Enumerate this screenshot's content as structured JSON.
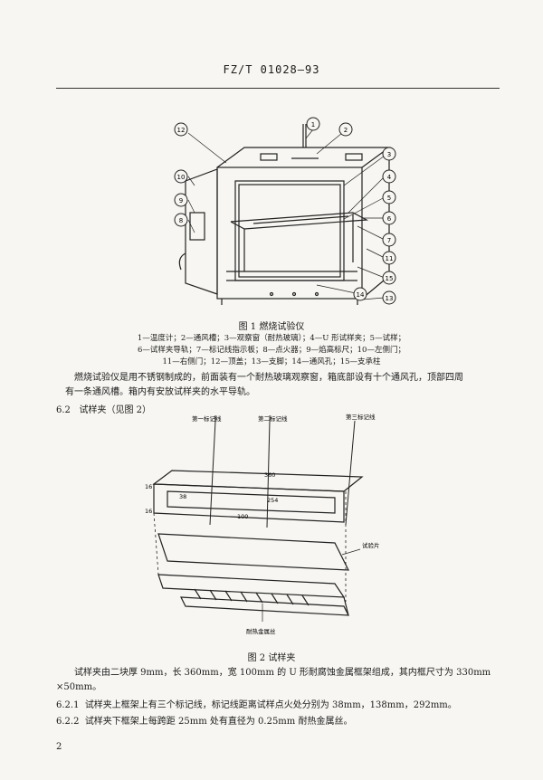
{
  "header": {
    "std_number": "FZ/T 01028—93"
  },
  "figure1": {
    "callouts": [
      "1",
      "2",
      "3",
      "4",
      "5",
      "6",
      "7",
      "8",
      "9",
      "10",
      "11",
      "12",
      "13",
      "14",
      "15"
    ],
    "caption": "图 1  燃烧试验仪",
    "legend": [
      "1—温度计；2—通风槽；3—观察窗（耐热玻璃）；4—U 形试样夹；5—试样；",
      "6—试样夹导轨；7—标记线指示板；8—点火器；9—焰高标尺；10—左侧门；",
      "11—右侧门；12—顶盖；13—支脚；14—通风孔；15—支承柱"
    ]
  },
  "para1": [
    "燃烧试验仪是用不锈钢制成的，前面装有一个耐热玻璃观察窗，箱底部设有十个通风孔，顶部四周",
    "有一条通风槽。箱内有安放试样夹的水平导轨。"
  ],
  "sec62": {
    "num": "6.2",
    "title": "试样夹（见图 2）"
  },
  "figure2": {
    "labels": {
      "mark1": "第一标记线",
      "mark2": "第二标记线",
      "mark3": "第三标记线",
      "specimen": "试验片",
      "wire": "耐热金属丝",
      "d360": "360",
      "d254": "254",
      "d100": "100",
      "d38": "38",
      "d16a": "16",
      "d16b": "16"
    },
    "caption": "图 2  试样夹"
  },
  "para2": [
    "试样夹由二块厚 9mm，长 360mm，宽 100mm 的 U 形耐腐蚀金属框架组成，其内框尺寸为 330mm",
    "×50mm。"
  ],
  "sec621": {
    "num": "6.2.1",
    "text": "试样夹上框架上有三个标记线，标记线距离试样点火处分别为 38mm，138mm，292mm。"
  },
  "sec622": {
    "num": "6.2.2",
    "text": "试样夹下框架上每跨距 25mm 处有直径为 0.25mm 耐热金属丝。"
  },
  "page_number": "2"
}
